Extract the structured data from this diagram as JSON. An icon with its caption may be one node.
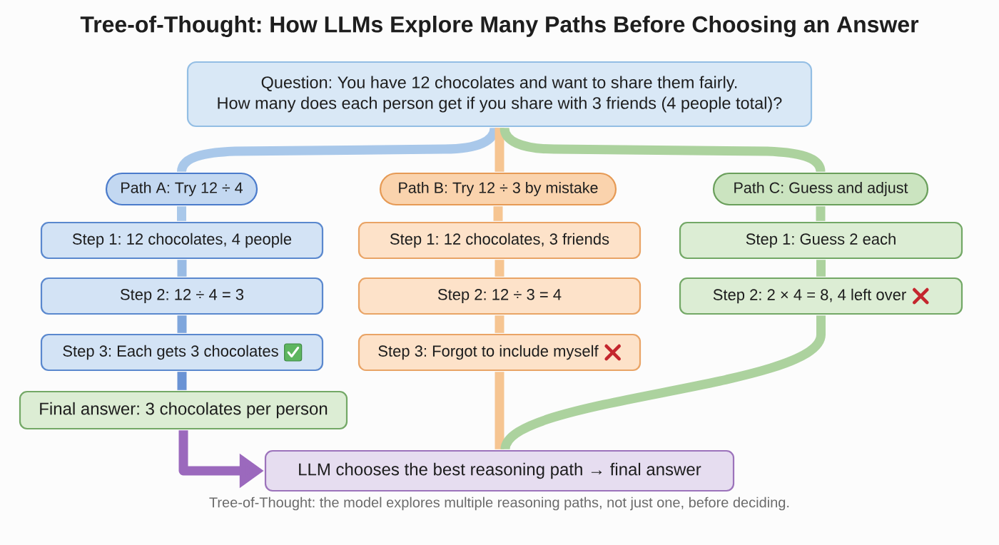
{
  "diagram": {
    "title": "Tree-of-Thought: How LLMs Explore Many Paths Before Choosing an Answer",
    "caption": "Tree-of-Thought: the model explores multiple reasoning paths, not just one, before deciding.",
    "nodes": [
      {
        "text": [
          "Question: You have 12 chocolates and want to share them fairly.",
          "How many does each person get if you share with 3 friends (4 people total)?"
        ]
      },
      {
        "text": [
          "Path A: Try 12 ÷ 4"
        ]
      },
      {
        "text": [
          "Step 1: 12 chocolates, 4 people"
        ]
      },
      {
        "text": [
          "Step 2: 12 ÷ 4 = 3"
        ]
      },
      {
        "text": [
          "Step 3: Each gets 3 chocolates"
        ]
      },
      {
        "text": [
          "Final answer: 3 chocolates per person"
        ]
      },
      {
        "text": [
          "Path B: Try 12 ÷ 3 by mistake"
        ]
      },
      {
        "text": [
          "Step 1: 12 chocolates, 3 friends"
        ]
      },
      {
        "text": [
          "Step 2: 12 ÷ 3 = 4"
        ]
      },
      {
        "text": [
          "Step 3: Forgot to include myself"
        ]
      },
      {
        "text": [
          "Path C: Guess and adjust"
        ]
      },
      {
        "text": [
          "Step 1: Guess 2 each"
        ]
      },
      {
        "text": [
          "Step 2: 2 × 4 = 8, 4 left over"
        ]
      },
      {
        "text": [
          "LLM chooses the best reasoning path → final answer"
        ]
      }
    ],
    "edges": [
      {
        "from": 0,
        "to": 1,
        "arrow": "none",
        "color": "#a9c8ea"
      },
      {
        "from": 0,
        "to": 6,
        "arrow": "none",
        "color": "#f6c592"
      },
      {
        "from": 0,
        "to": 10,
        "arrow": "none",
        "color": "#acd29e"
      },
      {
        "from": 1,
        "to": 2,
        "arrow": "none",
        "color": "#a9c8ea"
      },
      {
        "from": 2,
        "to": 3,
        "arrow": "none",
        "color": "#99bbe4"
      },
      {
        "from": 3,
        "to": 4,
        "arrow": "none",
        "color": "#7fa6dc"
      },
      {
        "from": 4,
        "to": 5,
        "arrow": "none",
        "color": "#6a93d4"
      },
      {
        "from": 5,
        "to": 13,
        "arrow": "to",
        "color": "#9b69bd"
      },
      {
        "from": 6,
        "to": 7,
        "arrow": "none",
        "color": "#f6c592"
      },
      {
        "from": 7,
        "to": 8,
        "arrow": "none",
        "color": "#f6c592"
      },
      {
        "from": 8,
        "to": 9,
        "arrow": "none",
        "color": "#f6c592"
      },
      {
        "from": 9,
        "to": 13,
        "arrow": "none",
        "color": "#f6c592"
      },
      {
        "from": 10,
        "to": 11,
        "arrow": "none",
        "color": "#acd29e"
      },
      {
        "from": 11,
        "to": 12,
        "arrow": "none",
        "color": "#acd29e"
      },
      {
        "from": 12,
        "to": 13,
        "arrow": "none",
        "color": "#acd29e"
      }
    ]
  }
}
